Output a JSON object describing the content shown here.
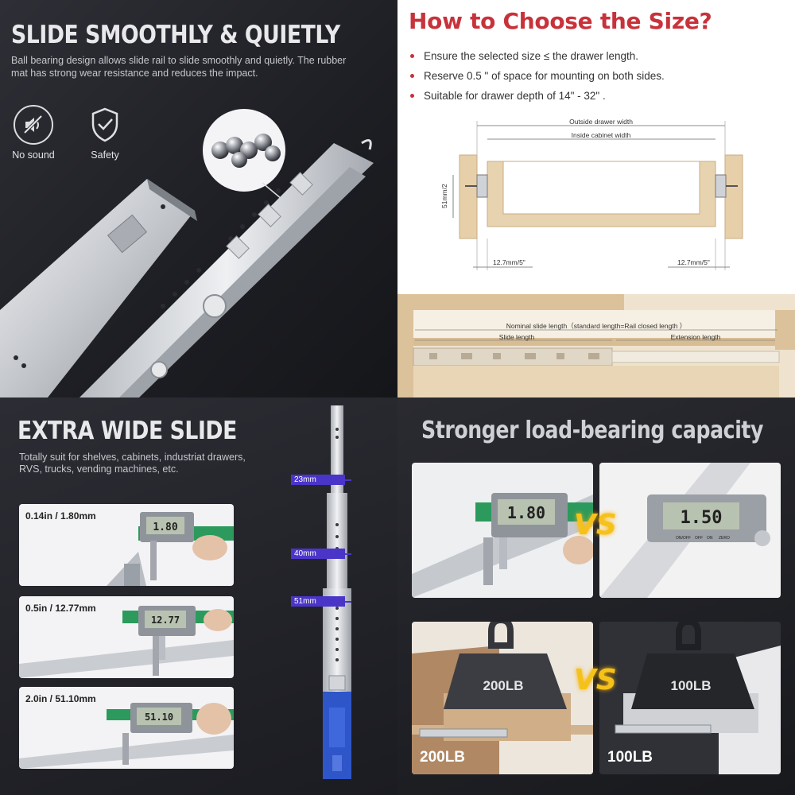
{
  "slide_smoothly": {
    "title": "SLIDE SMOOTHLY & QUIETLY",
    "description": "Ball bearing design allows slide rail to slide smoothly and quietly. The rubber mat has strong wear resistance and reduces the impact.",
    "features": [
      {
        "icon": "mute-speaker-icon",
        "label": "No sound"
      },
      {
        "icon": "shield-check-icon",
        "label": "Safety"
      }
    ]
  },
  "choose_size": {
    "title": "How to Choose the Size?",
    "bullets": [
      "Ensure the selected size ≤ the drawer length.",
      "Reserve 0.5 \"  of space for mounting on both sides.",
      "Suitable for drawer depth of 14\" - 32\" ."
    ],
    "diagram": {
      "outside_width": "Outside drawer width",
      "inside_width": "Inside cabinet width",
      "height_label": "51mm/2",
      "left_gap": "12.7mm/5\"",
      "right_gap": "12.7mm/5\"",
      "nominal_length": "Nominal slide length（standard length=Rail closed length ）",
      "slide_length": "Slide length",
      "extension_length": "Extension length"
    },
    "colors": {
      "accent": "#c8323a",
      "wood": "#e8d3b0"
    }
  },
  "extra_wide": {
    "title": "EXTRA WIDE SLIDE",
    "description": "Totally suit for shelves, cabinets, industriat drawers, RVS, trucks, vending machines, etc.",
    "measurements": [
      {
        "label": "0.14in / 1.80mm",
        "reading": "1.80"
      },
      {
        "label": "0.5in / 12.77mm",
        "reading": "12.77"
      },
      {
        "label": "2.0in / 51.10mm",
        "reading": "51.10"
      }
    ],
    "tags": [
      "23mm",
      "40mm",
      "51mm"
    ],
    "colors": {
      "tag": "#4a35c9",
      "release_lever": "#2f56c8"
    }
  },
  "load_bearing": {
    "title": "Stronger load-bearing capacity",
    "vs_label": "VS",
    "caliper_readings": [
      "1.80",
      "1.50"
    ],
    "caliper_buttons": [
      "ON/OFF",
      "OFF",
      "ON",
      "ZERO"
    ],
    "weights": [
      {
        "weight": "200LB",
        "label": "200LB"
      },
      {
        "weight": "100LB",
        "label": "100LB"
      }
    ],
    "colors": {
      "vs": "#f5c21b"
    }
  }
}
